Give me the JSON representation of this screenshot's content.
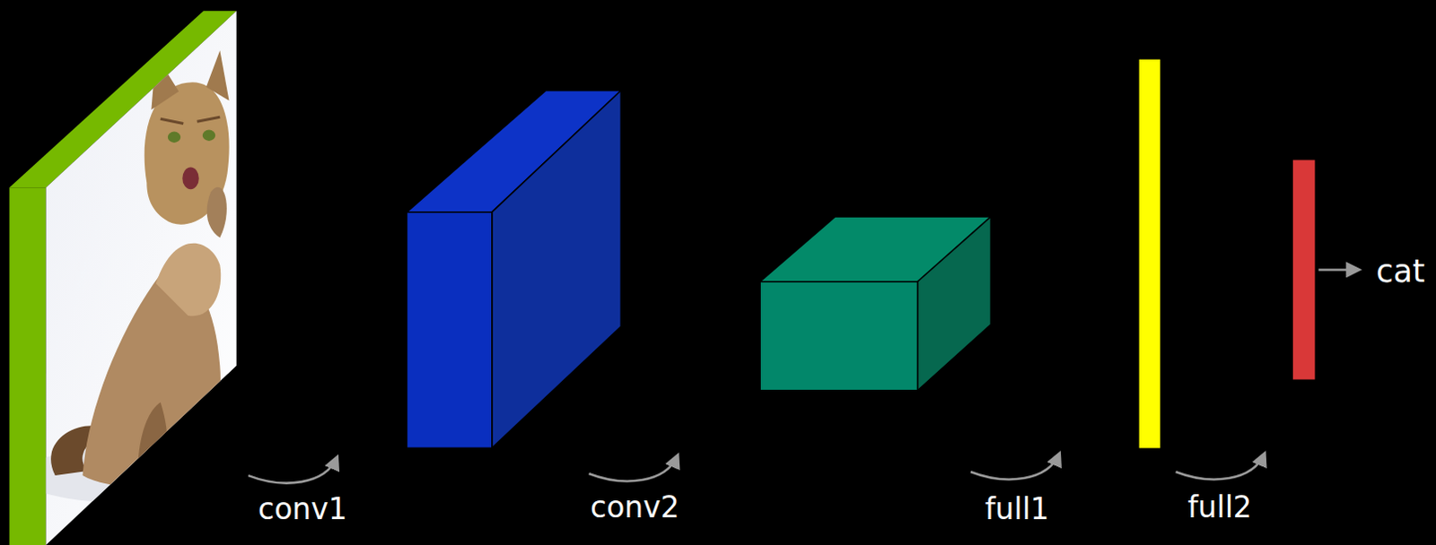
{
  "diagram": {
    "labels": [
      "conv1",
      "conv2",
      "full1",
      "full2",
      "cat"
    ]
  }
}
